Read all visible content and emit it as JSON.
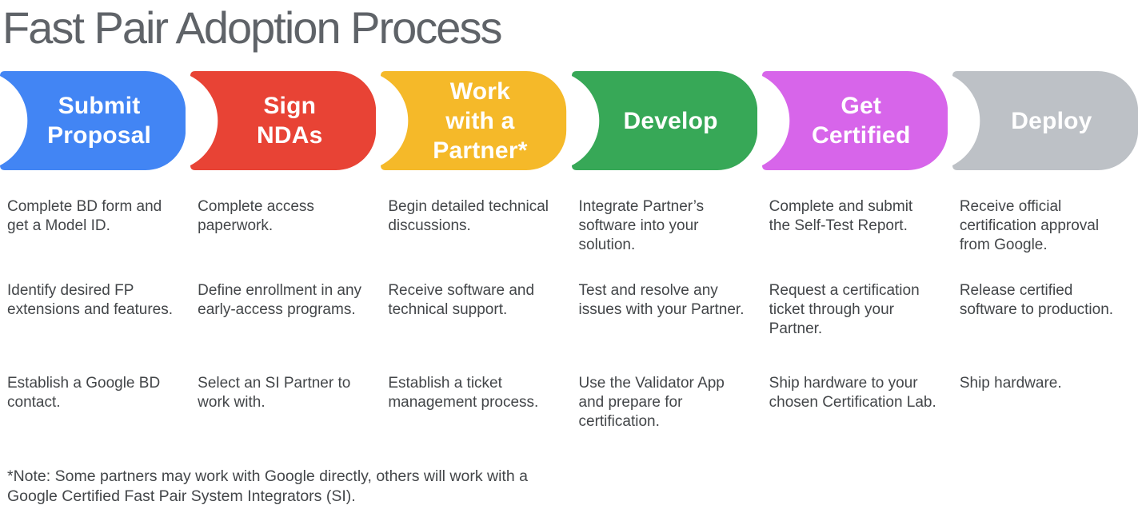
{
  "page": {
    "title": "Fast Pair Adoption Process",
    "note": "*Note: Some partners may work with Google directly, others will work with a Google Certified Fast Pair System Integrators (SI)."
  },
  "colors": {
    "title_text": "#5f6368",
    "body_text": "#434649",
    "stage_label_text": "#ffffff",
    "blue": "#4285F4",
    "red": "#E84335",
    "yellow": "#F5B929",
    "green": "#37A857",
    "magenta": "#D765EA",
    "gray": "#BDC1C6"
  },
  "stages": [
    {
      "label": "Submit\nProposal",
      "color": "#4285F4",
      "steps": [
        "Complete BD form and get a Model ID.",
        "Identify desired FP extensions and features.",
        "Establish a Google BD contact."
      ]
    },
    {
      "label": "Sign\nNDAs",
      "color": "#E84335",
      "steps": [
        "Complete access paperwork.",
        "Define enrollment in any early-access programs.",
        "Select an SI Partner to work with."
      ]
    },
    {
      "label": "Work\nwith a\nPartner*",
      "color": "#F5B929",
      "steps": [
        "Begin detailed technical discussions.",
        "Receive software and technical support.",
        "Establish a ticket management process."
      ]
    },
    {
      "label": "Develop",
      "color": "#37A857",
      "steps": [
        "Integrate Partner’s software into your solution.",
        "Test and resolve any issues with your Partner.",
        "Use the Validator App and prepare for certification."
      ]
    },
    {
      "label": "Get\nCertified",
      "color": "#D765EA",
      "steps": [
        "Complete and submit the Self-Test Report.",
        "Request a certification ticket through your Partner.",
        "Ship hardware to your chosen Certification Lab."
      ]
    },
    {
      "label": "Deploy",
      "color": "#BDC1C6",
      "steps": [
        "Receive official certification approval from Google.",
        "Release certified software to production.",
        "Ship hardware."
      ]
    }
  ]
}
